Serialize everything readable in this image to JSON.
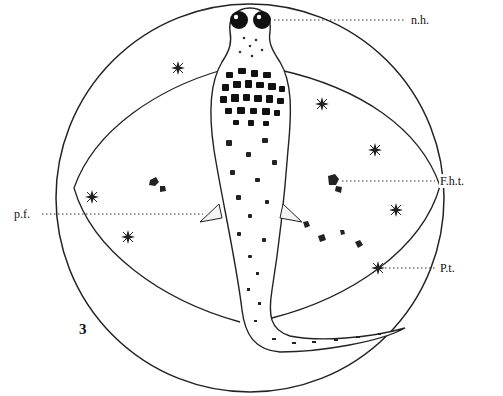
{
  "diagram": {
    "labels": [
      "n.h.",
      "F.h.t.",
      "p.f.",
      "P.t.",
      "3"
    ]
  }
}
